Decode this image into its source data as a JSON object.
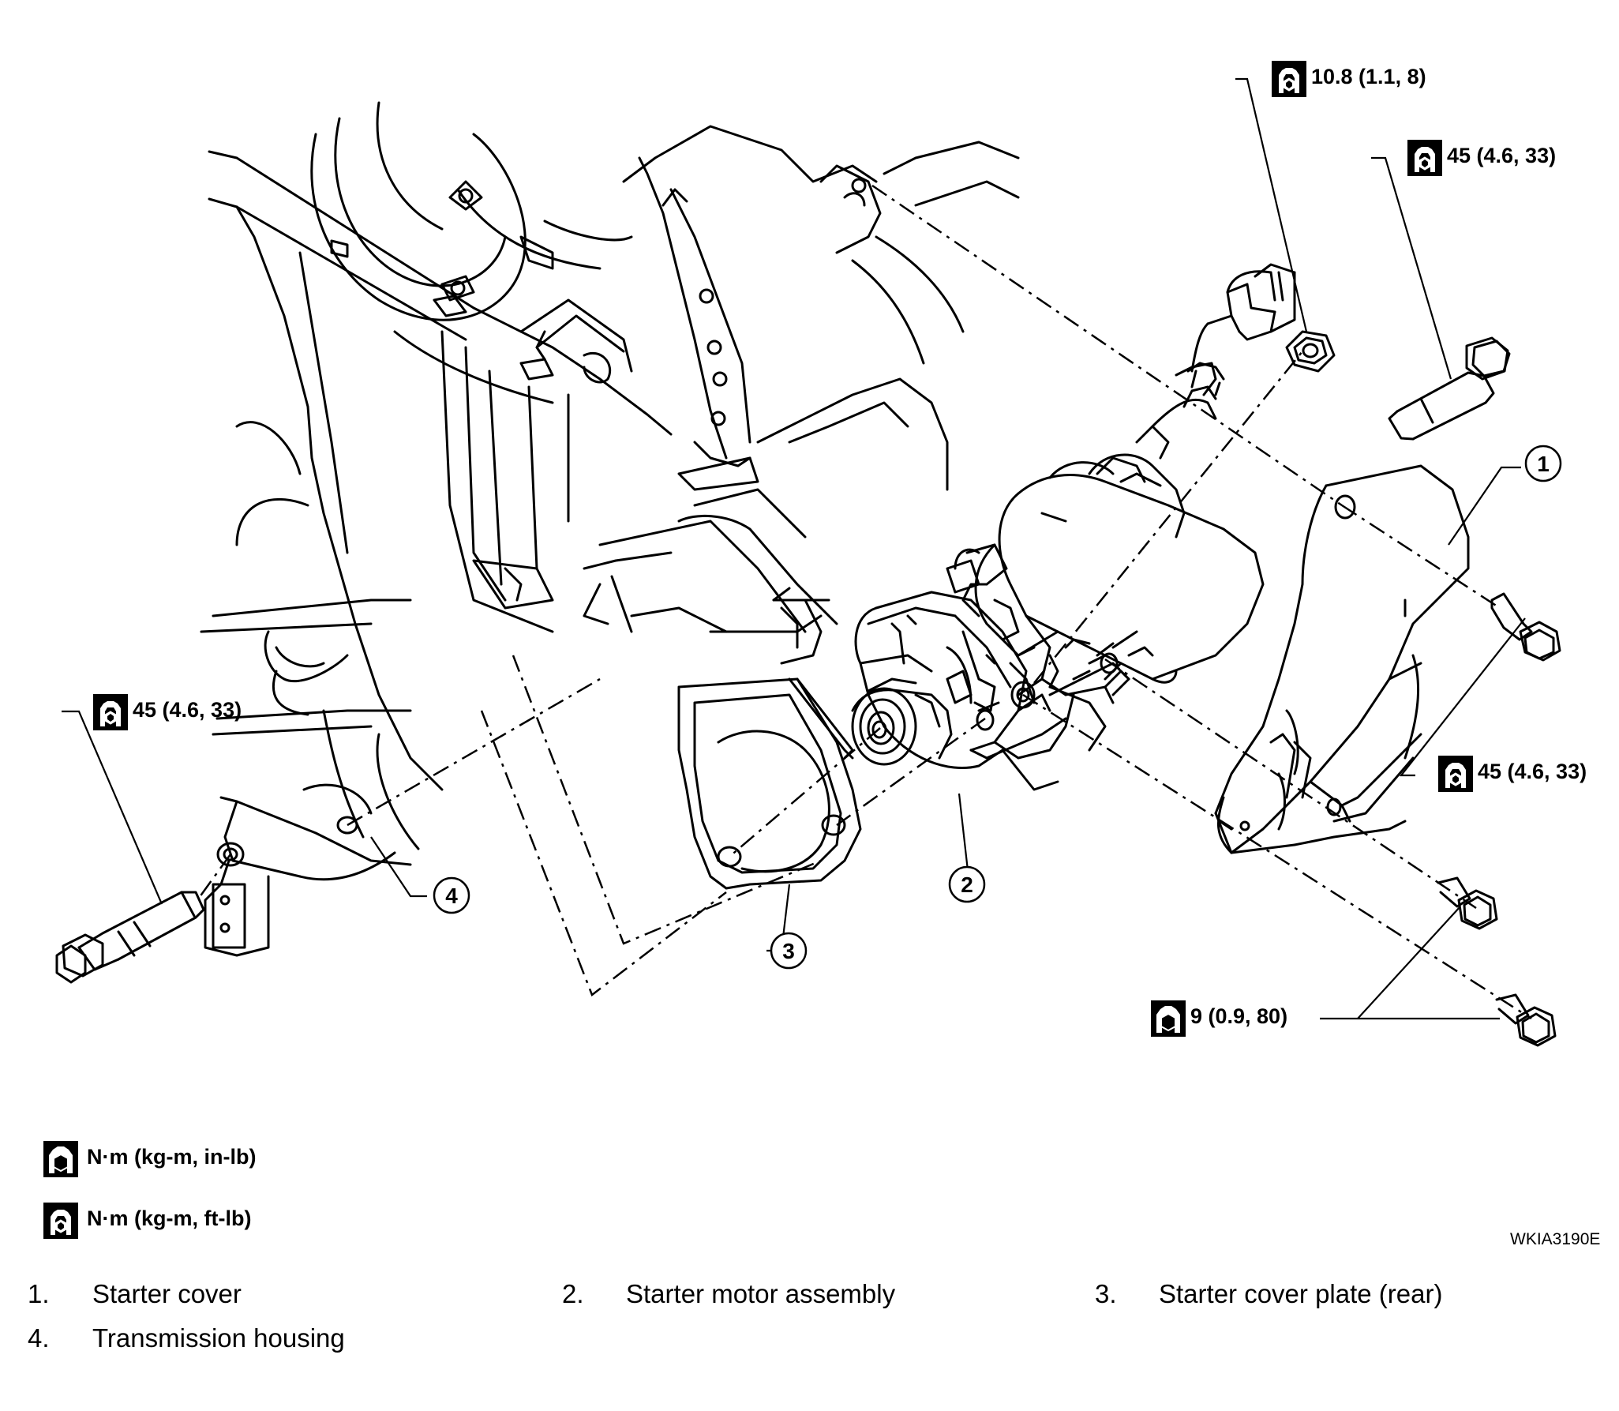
{
  "figure_code": "WKIA3190E",
  "callouts": [
    "1",
    "2",
    "3",
    "4"
  ],
  "torque_specs": {
    "spec_a": "10.8 (1.1, 8)",
    "spec_b": "45 (4.6, 33)",
    "spec_c": "45 (4.6, 33)",
    "spec_d": "45 (4.6, 33)",
    "spec_e": "9 (0.9, 80)"
  },
  "legend": {
    "in_lb": "N·m (kg-m, in-lb)",
    "ft_lb": "N·m (kg-m, ft-lb)"
  },
  "parts": [
    {
      "num": "1.",
      "name": "Starter cover"
    },
    {
      "num": "2.",
      "name": "Starter motor assembly"
    },
    {
      "num": "3.",
      "name": "Starter cover plate (rear)"
    },
    {
      "num": "4.",
      "name": "Transmission housing"
    }
  ],
  "colors": {
    "ink": "#000000",
    "paper": "#ffffff"
  },
  "icons": {
    "torque_ft_lb": "wrench-outline-icon",
    "torque_in_lb": "wrench-filled-icon"
  }
}
